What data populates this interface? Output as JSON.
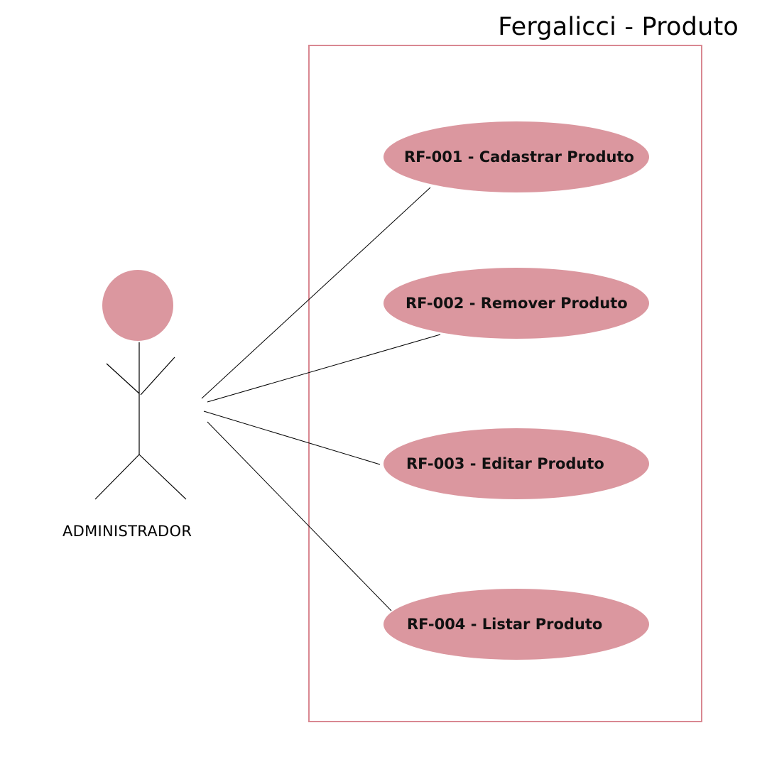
{
  "diagram": {
    "title": "Fergalicci - Produto",
    "colors": {
      "accent": "#db979f",
      "boundary": "#d98891",
      "line": "#000000"
    }
  },
  "actor": {
    "label": "ADMINISTRADOR"
  },
  "use_cases": [
    {
      "id": "uc1",
      "label": "RF-001 - Cadastrar Produto"
    },
    {
      "id": "uc2",
      "label": "RF-002 - Remover Produto"
    },
    {
      "id": "uc3",
      "label": "RF-003 - Editar Produto"
    },
    {
      "id": "uc4",
      "label": "RF-004 - Listar Produto"
    }
  ]
}
